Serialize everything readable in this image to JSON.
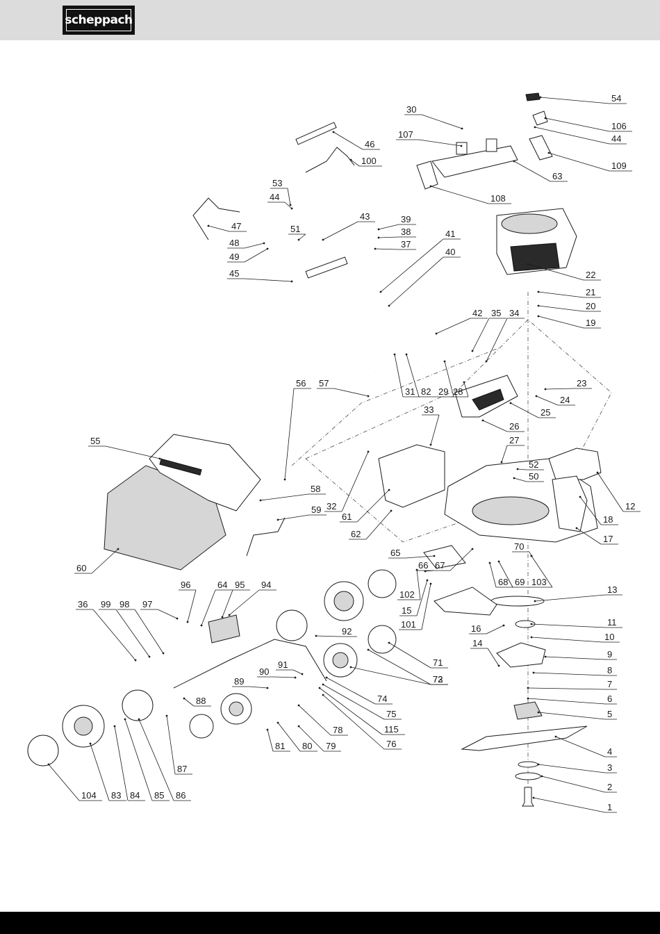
{
  "header": {
    "brand": "scheppach"
  },
  "diagram": {
    "callouts": [
      {
        "label": "54",
        "part": "part-54"
      },
      {
        "label": "106",
        "part": "part-106"
      },
      {
        "label": "44",
        "part": "part-44-right"
      },
      {
        "label": "109",
        "part": "part-109"
      },
      {
        "label": "30",
        "part": "part-30"
      },
      {
        "label": "107",
        "part": "part-107"
      },
      {
        "label": "63",
        "part": "part-63"
      },
      {
        "label": "108",
        "part": "part-108"
      },
      {
        "label": "46",
        "part": "part-46"
      },
      {
        "label": "100",
        "part": "part-100"
      },
      {
        "label": "53",
        "part": "part-53"
      },
      {
        "label": "44",
        "part": "part-44-left"
      },
      {
        "label": "43",
        "part": "part-43"
      },
      {
        "label": "39",
        "part": "part-39"
      },
      {
        "label": "38",
        "part": "part-38"
      },
      {
        "label": "37",
        "part": "part-37"
      },
      {
        "label": "47",
        "part": "part-47"
      },
      {
        "label": "51",
        "part": "part-51"
      },
      {
        "label": "48",
        "part": "part-48"
      },
      {
        "label": "49",
        "part": "part-49"
      },
      {
        "label": "45",
        "part": "part-45"
      },
      {
        "label": "41",
        "part": "part-41"
      },
      {
        "label": "40",
        "part": "part-40"
      },
      {
        "label": "22",
        "part": "part-22"
      },
      {
        "label": "21",
        "part": "part-21"
      },
      {
        "label": "20",
        "part": "part-20"
      },
      {
        "label": "19",
        "part": "part-19"
      },
      {
        "label": "42",
        "part": "part-42"
      },
      {
        "label": "35",
        "part": "part-35"
      },
      {
        "label": "34",
        "part": "part-34"
      },
      {
        "label": "23",
        "part": "part-23"
      },
      {
        "label": "24",
        "part": "part-24"
      },
      {
        "label": "25",
        "part": "part-25"
      },
      {
        "label": "56",
        "part": "part-56"
      },
      {
        "label": "57",
        "part": "part-57"
      },
      {
        "label": "31",
        "part": "part-31"
      },
      {
        "label": "82",
        "part": "part-82"
      },
      {
        "label": "29",
        "part": "part-29"
      },
      {
        "label": "28",
        "part": "part-28"
      },
      {
        "label": "33",
        "part": "part-33"
      },
      {
        "label": "26",
        "part": "part-26"
      },
      {
        "label": "27",
        "part": "part-27"
      },
      {
        "label": "55",
        "part": "part-55"
      },
      {
        "label": "52",
        "part": "part-52"
      },
      {
        "label": "50",
        "part": "part-50"
      },
      {
        "label": "12",
        "part": "part-12"
      },
      {
        "label": "58",
        "part": "part-58"
      },
      {
        "label": "32",
        "part": "part-32"
      },
      {
        "label": "59",
        "part": "part-59"
      },
      {
        "label": "61",
        "part": "part-61"
      },
      {
        "label": "18",
        "part": "part-18"
      },
      {
        "label": "62",
        "part": "part-62"
      },
      {
        "label": "17",
        "part": "part-17"
      },
      {
        "label": "70",
        "part": "part-70"
      },
      {
        "label": "65",
        "part": "part-65"
      },
      {
        "label": "66",
        "part": "part-66"
      },
      {
        "label": "67",
        "part": "part-67"
      },
      {
        "label": "60",
        "part": "part-60"
      },
      {
        "label": "68",
        "part": "part-68"
      },
      {
        "label": "69",
        "part": "part-69"
      },
      {
        "label": "103",
        "part": "part-103"
      },
      {
        "label": "96",
        "part": "part-96"
      },
      {
        "label": "64",
        "part": "part-64"
      },
      {
        "label": "95",
        "part": "part-95"
      },
      {
        "label": "94",
        "part": "part-94"
      },
      {
        "label": "13",
        "part": "part-13"
      },
      {
        "label": "102",
        "part": "part-102"
      },
      {
        "label": "36",
        "part": "part-36"
      },
      {
        "label": "99",
        "part": "part-99"
      },
      {
        "label": "98",
        "part": "part-98"
      },
      {
        "label": "97",
        "part": "part-97"
      },
      {
        "label": "15",
        "part": "part-15"
      },
      {
        "label": "101",
        "part": "part-101"
      },
      {
        "label": "11",
        "part": "part-11"
      },
      {
        "label": "16",
        "part": "part-16"
      },
      {
        "label": "92",
        "part": "part-92"
      },
      {
        "label": "10",
        "part": "part-10"
      },
      {
        "label": "14",
        "part": "part-14"
      },
      {
        "label": "9",
        "part": "part-9"
      },
      {
        "label": "71",
        "part": "part-71"
      },
      {
        "label": "8",
        "part": "part-8"
      },
      {
        "label": "90",
        "part": "part-90"
      },
      {
        "label": "91",
        "part": "part-91"
      },
      {
        "label": "72",
        "part": "part-72"
      },
      {
        "label": "89",
        "part": "part-89"
      },
      {
        "label": "73",
        "part": "part-73"
      },
      {
        "label": "7",
        "part": "part-7"
      },
      {
        "label": "88",
        "part": "part-88"
      },
      {
        "label": "74",
        "part": "part-74"
      },
      {
        "label": "6",
        "part": "part-6"
      },
      {
        "label": "5",
        "part": "part-5"
      },
      {
        "label": "75",
        "part": "part-75"
      },
      {
        "label": "115",
        "part": "part-115"
      },
      {
        "label": "78",
        "part": "part-78"
      },
      {
        "label": "76",
        "part": "part-76"
      },
      {
        "label": "81",
        "part": "part-81"
      },
      {
        "label": "80",
        "part": "part-80"
      },
      {
        "label": "79",
        "part": "part-79"
      },
      {
        "label": "4",
        "part": "part-4"
      },
      {
        "label": "87",
        "part": "part-87"
      },
      {
        "label": "3",
        "part": "part-3"
      },
      {
        "label": "2",
        "part": "part-2"
      },
      {
        "label": "104",
        "part": "part-104"
      },
      {
        "label": "83",
        "part": "part-83"
      },
      {
        "label": "84",
        "part": "part-84"
      },
      {
        "label": "85",
        "part": "part-85"
      },
      {
        "label": "86",
        "part": "part-86"
      },
      {
        "label": "1",
        "part": "part-1"
      }
    ]
  },
  "colors": {
    "header_bg": "#dcdcdc",
    "logo_bg": "#111111",
    "footer_bg": "#000000",
    "line": "#1a1a1a"
  }
}
